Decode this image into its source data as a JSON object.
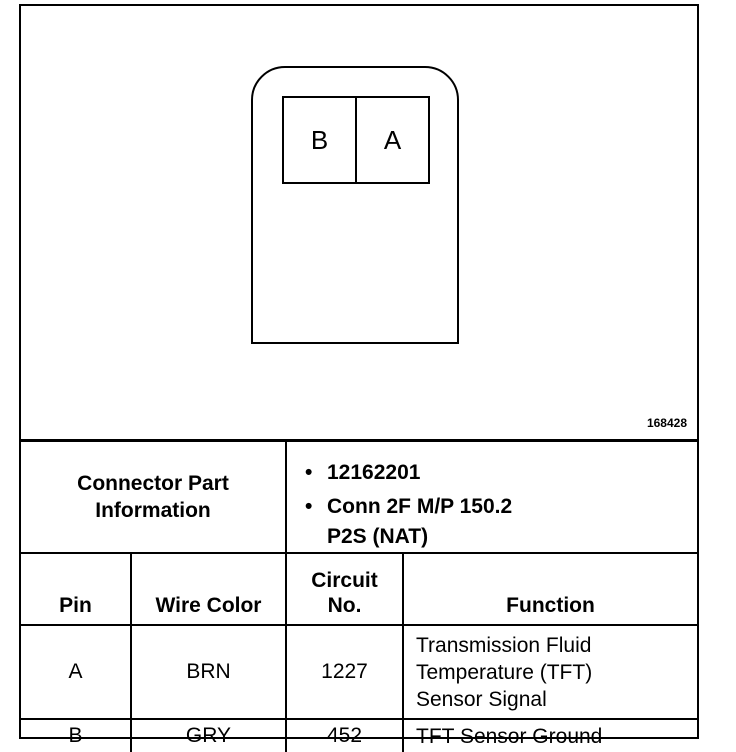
{
  "connector": {
    "cavities": [
      {
        "label": "B"
      },
      {
        "label": "A"
      }
    ],
    "figure_number": "168428"
  },
  "connector_info": {
    "label_line1": "Connector Part",
    "label_line2": "Information",
    "items": [
      {
        "line1": "12162201",
        "line2": ""
      },
      {
        "line1": "Conn 2F M/P 150.2",
        "line2": "P2S (NAT)"
      }
    ]
  },
  "table": {
    "headers": {
      "pin": "Pin",
      "wire_color": "Wire Color",
      "circuit_line1": "Circuit",
      "circuit_line2": "No.",
      "function": "Function"
    },
    "rows": [
      {
        "pin": "A",
        "wire_color": "BRN",
        "circuit": "1227",
        "function_line1": "Transmission Fluid",
        "function_line2": "Temperature (TFT)",
        "function_line3": "Sensor Signal"
      },
      {
        "pin": "B",
        "wire_color": "GRY",
        "circuit": "452",
        "function_line1": "TFT Sensor Ground"
      }
    ]
  }
}
